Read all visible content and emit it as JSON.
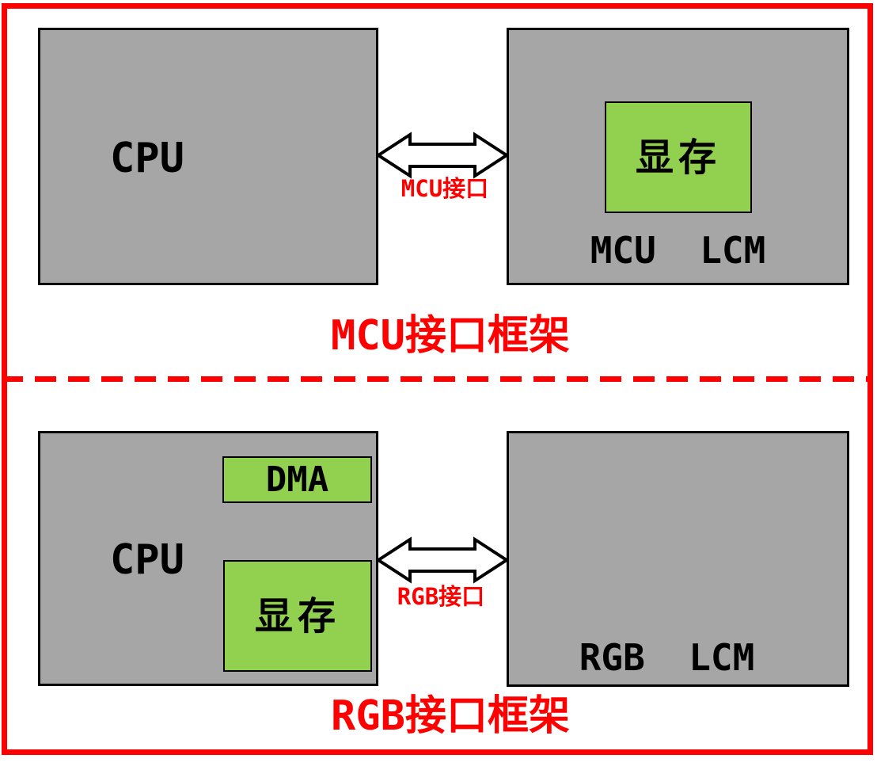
{
  "diagram": {
    "type": "block-diagram",
    "topic": "LCD interface architectures (MCU interface vs RGB interface)"
  },
  "colors": {
    "frame_red": "#ff0000",
    "label_red": "#ff0000",
    "block_gray": "#a6a6a6",
    "block_green": "#92d050",
    "outline_black": "#000000",
    "background": "#ffffff"
  },
  "sections": {
    "mcu": {
      "caption": "MCU接口框架",
      "arrow_label": "MCU接口",
      "cpu": {
        "label": "CPU"
      },
      "lcm": {
        "label": "MCU  LCM",
        "vram_label": "显存"
      }
    },
    "rgb": {
      "caption": "RGB接口框架",
      "arrow_label": "RGB接口",
      "cpu": {
        "label": "CPU",
        "dma_label": "DMA",
        "vram_label": "显存"
      },
      "lcm": {
        "label": "RGB  LCM"
      }
    }
  }
}
